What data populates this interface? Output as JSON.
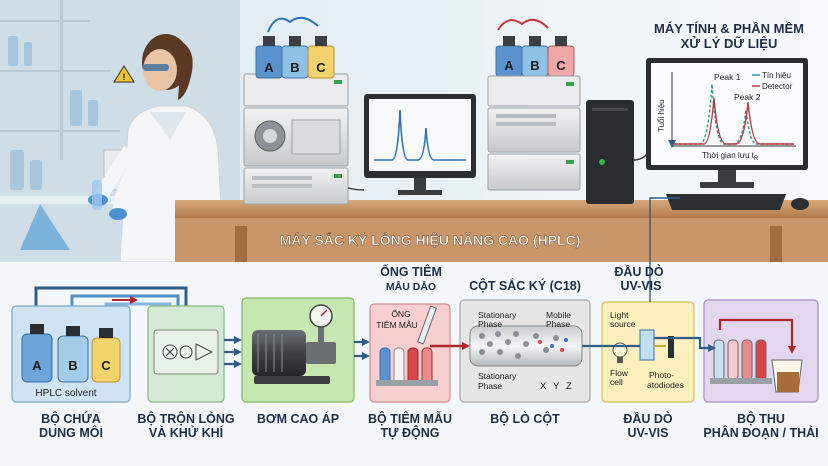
{
  "banner": "MÁY SẮC KÝ LỎNG HIỆU NĂNG CAO (HPLC)",
  "top_right_title": [
    "MÁY TÍNH & PHẦN MỀM",
    "XỬ LÝ DỮ LIỆU"
  ],
  "bottle_labels": [
    "A",
    "B",
    "C"
  ],
  "chromatogram": {
    "peaks": [
      "Peak 1",
      "Peak 2"
    ],
    "legend": [
      "Tín hiệu",
      "Detector"
    ],
    "ylabel": "Tuổi hiệu",
    "xlabel": "Thời gian lưu t",
    "xlabel_sub": "R"
  },
  "top_labels": {
    "injector": [
      "ỐNG TIÊM",
      "MẪU DẪO"
    ],
    "column": "CỘT SẮC KÝ (C18)",
    "detector": [
      "ĐẦU DÒ",
      "UV-VIS"
    ]
  },
  "inner_labels": {
    "hplc_solvent": "HPLC solvent",
    "syringe": [
      "ỐNG",
      "TIÊM MẪU"
    ],
    "stationary_top": [
      "Stationary",
      "Phase"
    ],
    "mobile": [
      "Mobile",
      "Phase"
    ],
    "stationary_bottom": [
      "Stationary",
      "Phase"
    ],
    "xyz": [
      "X",
      "Y",
      "Z"
    ],
    "light_source": [
      "Light",
      "source"
    ],
    "flow_cell": [
      "Flow",
      "cell"
    ],
    "photodiodes": [
      "Photo-",
      "atodiodes"
    ]
  },
  "modules": [
    {
      "lines": [
        "BỘ CHỨA",
        "DUNG MÔI"
      ],
      "color": "#cfe3f2"
    },
    {
      "lines": [
        "BỘ TRỘN LỎNG",
        "VÀ KHỬ KHÍ"
      ],
      "color": "#d5ead4"
    },
    {
      "lines": [
        "BƠM CAO ÁP"
      ],
      "color": "#c6e8b0"
    },
    {
      "lines": [
        "BỘ TIÊM MẪU",
        "TỰ ĐỘNG"
      ],
      "color": "#f7cfd0"
    },
    {
      "lines": [
        "BỘ LÒ CỘT"
      ],
      "color": "#e6e6e6"
    },
    {
      "lines": [
        "ĐẦU DÒ",
        "UV-VIS"
      ],
      "color": "#fbefbd"
    },
    {
      "lines": [
        "BỘ THU",
        "PHÂN ĐOẠN / THẢI"
      ],
      "color": "#e3d7ef"
    }
  ]
}
